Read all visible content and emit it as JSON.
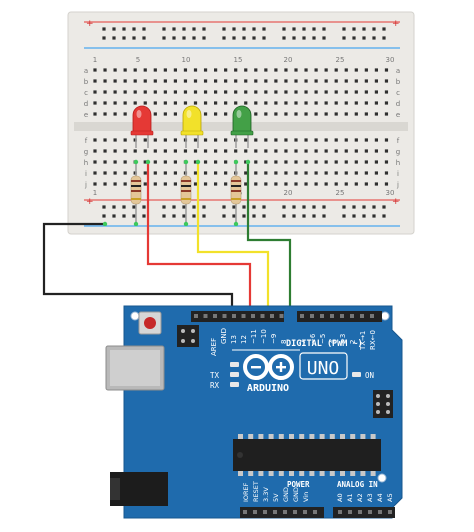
{
  "breadboard": {
    "column_numbers": [
      "1",
      "5",
      "10",
      "15",
      "20",
      "25",
      "30"
    ],
    "row_letters_top": [
      "a",
      "b",
      "c",
      "d",
      "e"
    ],
    "row_letters_bottom": [
      "f",
      "g",
      "h",
      "i",
      "j"
    ],
    "rail_symbols": [
      "+",
      "−"
    ]
  },
  "leds": [
    {
      "name": "red-led",
      "color": "#e53935"
    },
    {
      "name": "yellow-led",
      "color": "#f2e12a"
    },
    {
      "name": "green-led",
      "color": "#43a047"
    }
  ],
  "wires": {
    "red": "#e53935",
    "yellow": "#f2e12a",
    "green": "#2e7d32",
    "black": "#222222"
  },
  "arduino": {
    "board_color": "#1f6bad",
    "logo_text": "ARDUINO",
    "model": "UNO",
    "digital_header_label": "DIGITAL (PWM ~)",
    "digital_pins": [
      "AREF",
      "GND",
      "13",
      "12",
      "~11",
      "~10",
      "~9",
      "8",
      "7",
      "~6",
      "~5",
      "4",
      "~3",
      "2",
      "TX→1",
      "RX←0"
    ],
    "tx_label": "TX",
    "rx_label": "RX",
    "on_label": "ON",
    "power_label": "POWER",
    "analog_label": "ANALOG IN",
    "power_pins": [
      "IOREF",
      "RESET",
      "3.3V",
      "5V",
      "GND",
      "GND",
      "Vin"
    ],
    "analog_pins": [
      "A0",
      "A1",
      "A2",
      "A3",
      "A4",
      "A5"
    ]
  }
}
